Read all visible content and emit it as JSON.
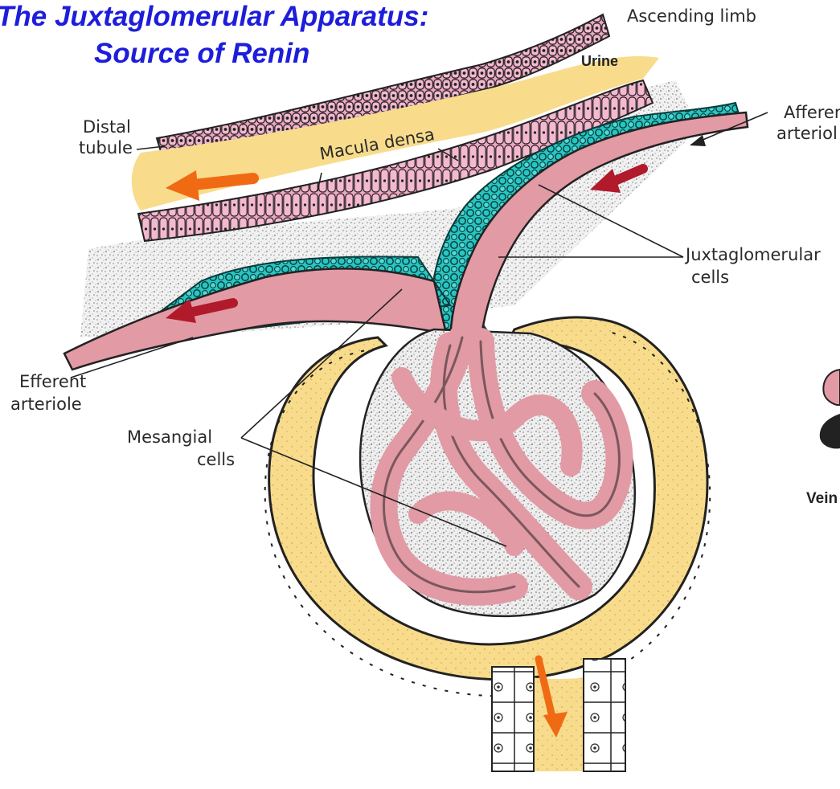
{
  "title": {
    "line1": "The Juxtaglomerular Apparatus:",
    "line2": "Source of Renin"
  },
  "labels": {
    "ascending_limb": "Ascending limb",
    "urine": "Urine",
    "distal_tubule_1": "Distal",
    "distal_tubule_2": "tubule",
    "macula_densa": "Macula densa",
    "afferent_1": "Afferen",
    "afferent_2": "arteriol",
    "juxtaglomerular_1": "Juxtaglomerular",
    "juxtaglomerular_2": "cells",
    "efferent_1": "Efferent",
    "efferent_2": "arteriole",
    "mesangial_1": "Mesangial",
    "mesangial_2": "cells",
    "vein": "Vein"
  },
  "colors": {
    "title": "#1d1ddb",
    "urine_yellow": "#f8dc8c",
    "tubule_cell_pink": "#f0a6c2",
    "arteriole_pink": "#e29aa5",
    "juxtaglomerular_cyan": "#26c7c3",
    "flow_arrow_orange": "#f06a14",
    "flow_arrow_red": "#b01a2a",
    "stipple_grey": "#d6d6d6"
  }
}
